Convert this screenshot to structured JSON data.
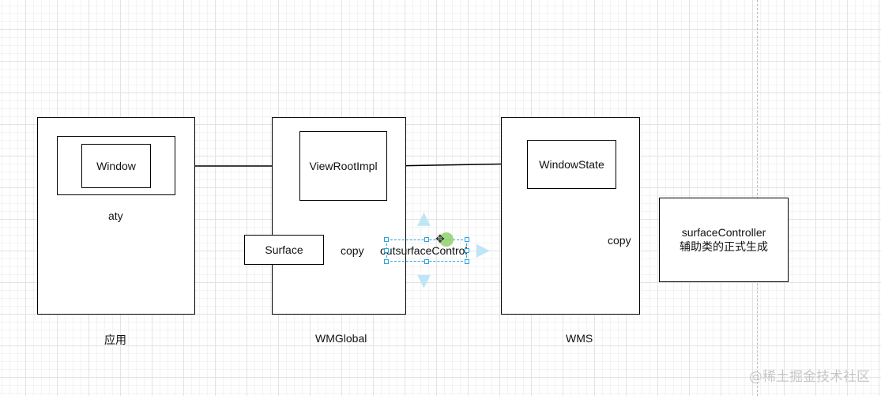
{
  "diagram": {
    "app": {
      "label": "应用",
      "inner_label": "aty",
      "window": "Window"
    },
    "wmglobal": {
      "label": "WMGlobal",
      "viewrootimpl": "ViewRootImpl",
      "surface": "Surface",
      "copy": "copy"
    },
    "wms": {
      "label": "WMS",
      "windowstate": "WindowState",
      "copy": "copy"
    },
    "selected_text": "outsurfaceControl",
    "note": {
      "line1": "surfaceController",
      "line2": "辅助类的正式生成"
    }
  },
  "watermark": "@稀土掘金技术社区",
  "colors": {
    "selection": "#29a3e0",
    "selection_arrows": "#bfe6f7",
    "grid": "#e3e3e3"
  }
}
